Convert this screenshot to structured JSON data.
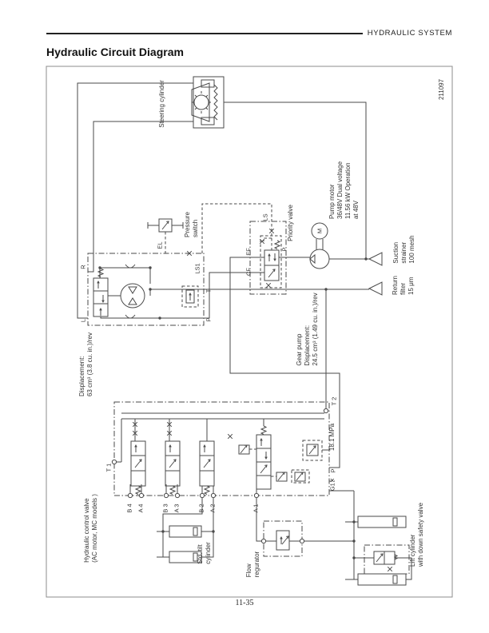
{
  "page": {
    "header": "HYDRAULIC SYSTEM",
    "title": "Hydraulic Circuit Diagram",
    "page_number": "11-35"
  },
  "diagram": {
    "drawing_number": "211097",
    "component_labels": {
      "steering_cylinder": "Steering cylinder",
      "pressure_switch": "Pressure\nswitch",
      "priority_valve": "Priority valve",
      "pump_motor": "Pump motor\n36/48V Dual voltage\n11.56 kW Operation\nat 48V",
      "suction_strainer": "Suction\nstrainer\n100 mesh",
      "return_filter": "Return\nfilter\n15 μm",
      "gear_pump": "Gear pump\nDisplacement:\n24.5 cm³ (1.49 cu. in.)/rev",
      "steering_displacement": "Displacement:\n63 cm³ (3.8 cu. in.)/rev",
      "control_valve": "Hydraulic control valve\n(AC motor, MC models )",
      "tilt_cylinder": "Std. tilt\ncylinder",
      "flow_regulator": "Flow\nregurator",
      "lift_cylinder": "Lift cylinder\nwith down safety valve",
      "relief_pressure": "18.1 MPa"
    },
    "port_labels": {
      "r": "R",
      "l": "L",
      "t": "T",
      "p_steering": "P",
      "el": "EL",
      "ls1": "LS1",
      "ls": "LS",
      "ef": "EF",
      "cf": "CF",
      "p_priority": "P",
      "t1": "T 1",
      "t2": "T 2",
      "b4": "B 4",
      "a4": "A 4",
      "b3": "B 3",
      "a3": "A 3",
      "b2": "B 2",
      "a2": "A 2",
      "a1": "A 1",
      "p_valve": "P",
      "g1": "G1✕",
      "motor": "M"
    }
  }
}
